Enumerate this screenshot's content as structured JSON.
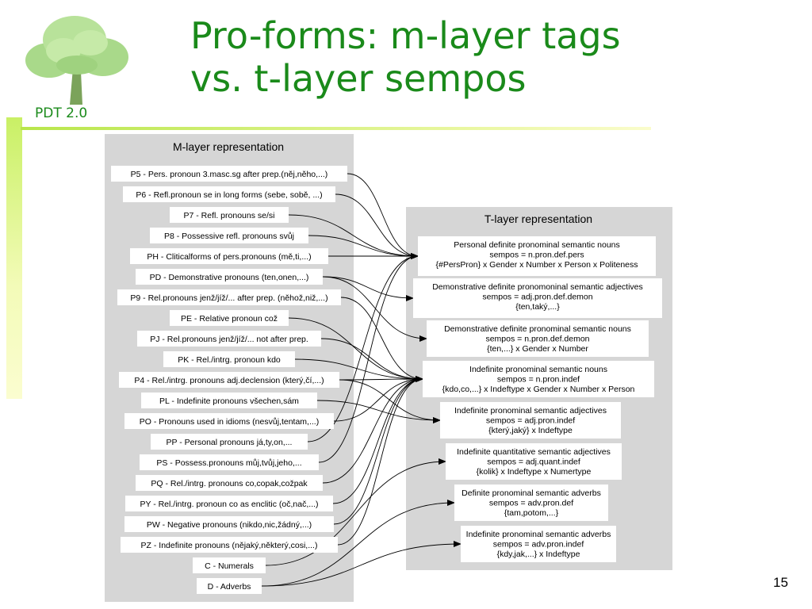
{
  "slide": {
    "title_line1": "Pro-forms: m-layer tags",
    "title_line2": "vs. t-layer sempos",
    "logo_label": "PDT 2.0",
    "page_number": "15"
  },
  "diagram": {
    "m_layer_title": "M-layer representation",
    "t_layer_title": "T-layer representation",
    "m_nodes": [
      "P5 - Pers. pronoun 3.masc.sg after prep.(něj,něho,...)",
      "P6 - Refl.pronoun se in long forms (sebe, sobě, ...)",
      "P7 - Refl. pronouns se/si",
      "P8 - Possessive refl. pronouns svůj",
      "PH - Cliticalforms of pers.pronouns (mě,ti,...)",
      "PD - Demonstrative pronouns (ten,onen,...)",
      "P9 - Rel.pronouns jenž/jíž/... after prep. (něhož,niž,...)",
      "PE - Relative pronoun což",
      "PJ - Rel.pronouns jenž/jíž/... not after prep.",
      "PK - Rel./intrg. pronoun kdo",
      "P4 - Rel./intrg. pronouns adj.declension (který,čí,...)",
      "PL - Indefinite pronouns všechen,sám",
      "PO - Pronouns used in idioms (nesvůj,tentam,...)",
      "PP - Personal pronouns já,ty,on,...",
      "PS - Possess.pronouns můj,tvůj,jeho,...",
      "PQ - Rel./intrg. pronouns co,copak,cožpak",
      "PY - Rel./intrg. pronoun co as enclitic (oč,nač,...)",
      "PW - Negative pronouns (nikdo,nic,žádný,...)",
      "PZ - Indefinite pronouns (nějaký,některý,cosi,...)",
      "C  - Numerals",
      "D - Adverbs"
    ],
    "t_nodes": [
      [
        "Personal definite pronominal semantic nouns",
        "sempos = n.pron.def.pers",
        "{#PersPron} x Gender x Number x Person x Politeness"
      ],
      [
        "Demonstrative definite pronomoninal semantic adjectives",
        "sempos = adj.pron.def.demon",
        "{ten,taký,...}"
      ],
      [
        "Demonstrative definite pronominal semantic nouns",
        "sempos = n.pron.def.demon",
        "{ten,...} x Gender x Number"
      ],
      [
        "Indefinite pronominal semantic nouns",
        "sempos = n.pron.indef",
        "{kdo,co,...} x Indeftype x Gender x Number x Person"
      ],
      [
        "Indefinite pronominal semantic adjectives",
        "sempos = adj.pron.indef",
        "{který,jaký} x Indeftype"
      ],
      [
        "Indefinite quantitative semantic adjectives",
        "sempos = adj.quant.indef",
        "{kolik} x Indeftype x Numertype"
      ],
      [
        "Definite pronominal semantic adverbs",
        "sempos = adv.pron.def",
        "{tam,potom,...}"
      ],
      [
        "Indefinite pronominal semantic adverbs",
        "sempos = adv.pron.indef",
        "{kdy,jak,...} x Indeftype"
      ]
    ],
    "edges": [
      [
        0,
        0
      ],
      [
        1,
        0
      ],
      [
        2,
        0
      ],
      [
        3,
        0
      ],
      [
        4,
        0
      ],
      [
        5,
        1
      ],
      [
        5,
        2
      ],
      [
        6,
        3
      ],
      [
        7,
        3
      ],
      [
        8,
        3
      ],
      [
        9,
        3
      ],
      [
        10,
        3
      ],
      [
        10,
        4
      ],
      [
        11,
        4
      ],
      [
        12,
        3
      ],
      [
        13,
        0
      ],
      [
        14,
        0
      ],
      [
        15,
        3
      ],
      [
        16,
        3
      ],
      [
        17,
        3
      ],
      [
        18,
        3
      ],
      [
        19,
        5
      ],
      [
        20,
        6
      ],
      [
        20,
        7
      ]
    ],
    "colors": {
      "panel": "#d6d6d6",
      "node_fill": "#ffffff",
      "edge": "#000000"
    }
  }
}
